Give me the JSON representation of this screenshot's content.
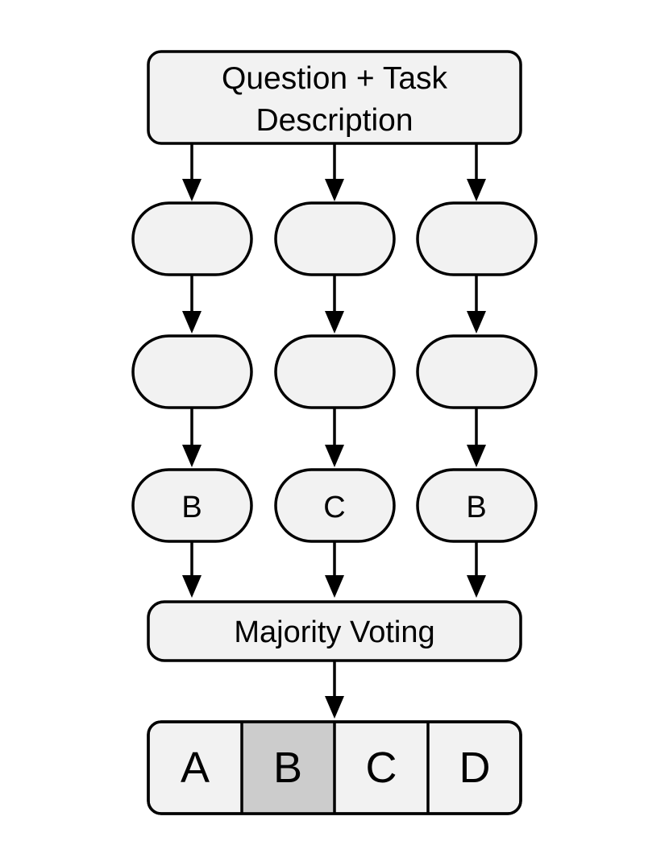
{
  "input": {
    "line1": "Question + Task",
    "line2": "Description"
  },
  "paths": [
    {
      "answer": "",
      "steps": [
        "",
        "",
        "B"
      ]
    },
    {
      "answer": "",
      "steps": [
        "",
        "",
        "C"
      ]
    },
    {
      "answer": "",
      "steps": [
        "",
        "",
        "B"
      ]
    }
  ],
  "aggregator": {
    "label": "Majority Voting"
  },
  "options": [
    "A",
    "B",
    "C",
    "D"
  ],
  "selected_option": "B",
  "colors": {
    "fill": "#f2f2f2",
    "selected_fill": "#cccccc",
    "stroke": "#000000"
  }
}
